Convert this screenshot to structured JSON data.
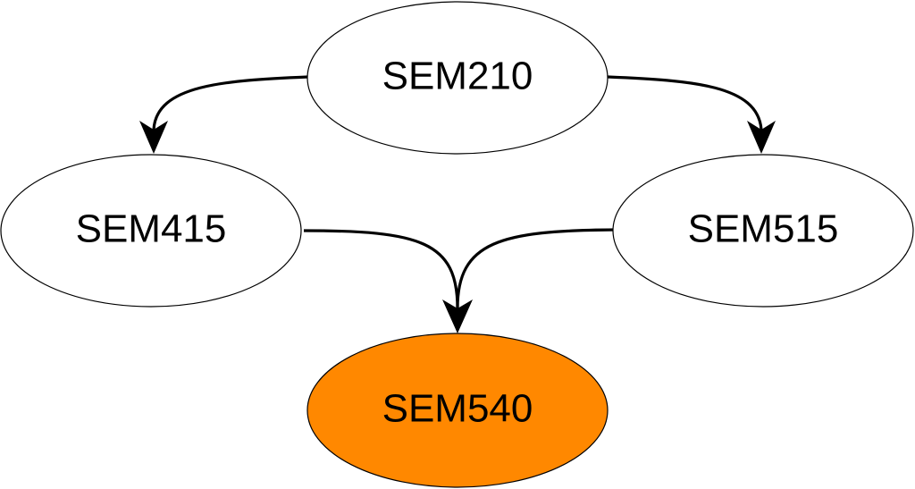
{
  "diagram": {
    "colors": {
      "default_fill": "#ffffff",
      "highlight_fill": "#ff8800",
      "stroke": "#000000"
    },
    "nodes": [
      {
        "id": "sem210",
        "label": "SEM210",
        "highlighted": false
      },
      {
        "id": "sem415",
        "label": "SEM415",
        "highlighted": false
      },
      {
        "id": "sem515",
        "label": "SEM515",
        "highlighted": false
      },
      {
        "id": "sem540",
        "label": "SEM540",
        "highlighted": true
      }
    ],
    "edges": [
      {
        "from": "sem210",
        "to": "sem415"
      },
      {
        "from": "sem210",
        "to": "sem515"
      },
      {
        "from": "sem415",
        "to": "sem540"
      },
      {
        "from": "sem515",
        "to": "sem540"
      }
    ]
  }
}
